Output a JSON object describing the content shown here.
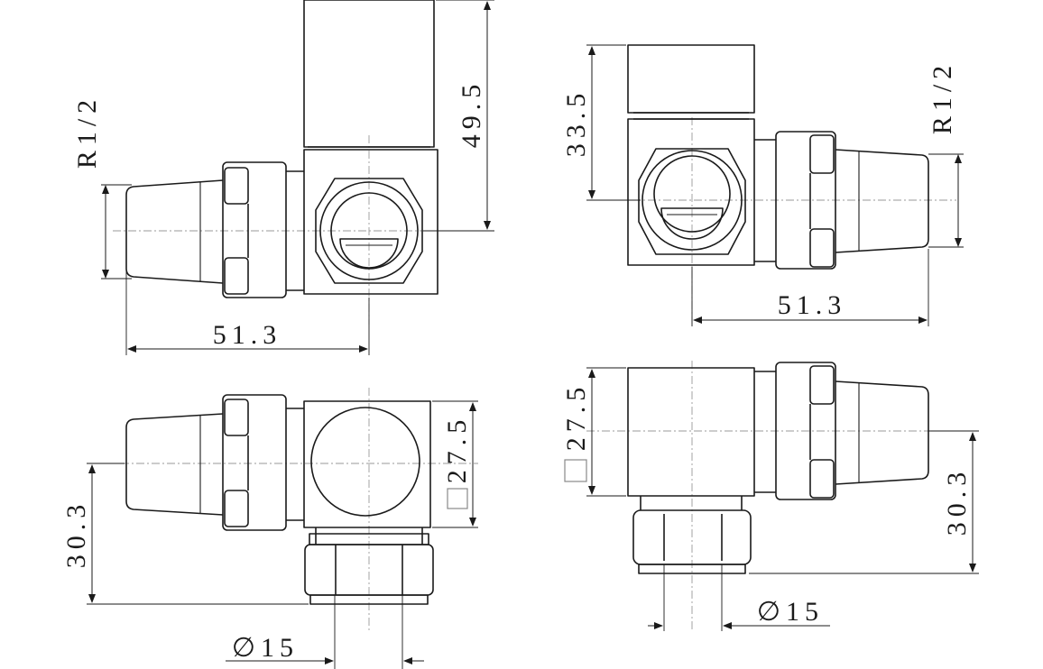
{
  "drawing": {
    "title": "",
    "views": {
      "top_left": {
        "dim_thread": "R1/2",
        "dim_height": "49.5",
        "dim_length": "51.3"
      },
      "top_right": {
        "dim_thread": "R1/2",
        "dim_height": "33.5",
        "dim_length": "51.3"
      },
      "bottom_left": {
        "dim_square": "27.5",
        "dim_offset": "30.3",
        "dim_diameter": "∅15"
      },
      "bottom_right": {
        "dim_square": "27.5",
        "dim_offset": "30.3",
        "dim_diameter": "∅15"
      }
    }
  },
  "colors": {
    "line": "#1a1a1a",
    "centerline": "#9a9a9a",
    "background": "#ffffff"
  }
}
